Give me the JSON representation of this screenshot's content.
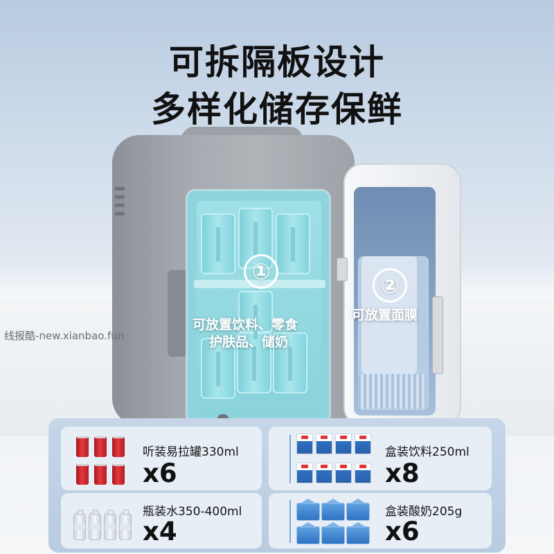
{
  "headline": {
    "line1": "可拆隔板设计",
    "line2": "多样化储存保鲜"
  },
  "watermark": "线报酷-new.xianbao.fun",
  "fridge": {
    "callout_1": {
      "number": "①",
      "line1": "可放置饮料、零食",
      "line2": "护肤品、储奶"
    },
    "callout_2": {
      "number": "②",
      "line1": "可放置面膜"
    }
  },
  "capacity": {
    "items": [
      {
        "label": "听装易拉罐330ml",
        "count": "x6",
        "icon": "soda-can-icon"
      },
      {
        "label": "盒装饮料250ml",
        "count": "x8",
        "icon": "drink-carton-icon"
      },
      {
        "label": "瓶装水350-400ml",
        "count": "x4",
        "icon": "water-bottle-icon"
      },
      {
        "label": "盒装酸奶205g",
        "count": "x6",
        "icon": "yogurt-box-icon"
      }
    ]
  },
  "colors": {
    "cabinet": "#8fd4dc",
    "body": "#a6aab0",
    "panel": "#c6d6e8",
    "can": "#e23a3f",
    "carton_blue": "#2f6fc0",
    "divider": "#7ea7d8"
  }
}
